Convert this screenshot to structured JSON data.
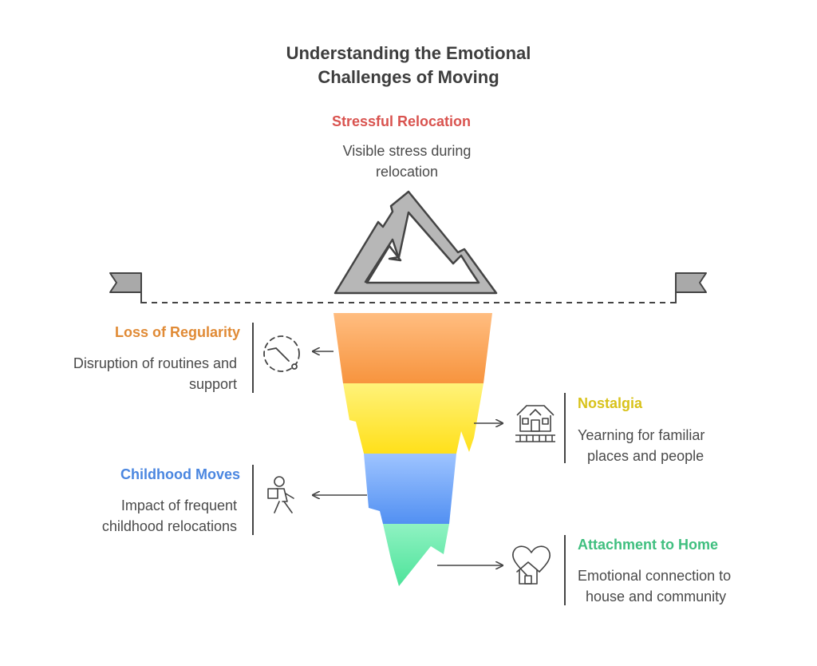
{
  "title": {
    "line1": "Understanding the Emotional",
    "line2": "Challenges of Moving"
  },
  "colors": {
    "stressful": "#d9534f",
    "regularity": "#e08a35",
    "nostalgia": "#d8c21a",
    "childhood": "#4a86e0",
    "attachment": "#3fbf7f"
  },
  "top": {
    "heading": "Stressful Relocation",
    "desc_line1": "Visible stress during",
    "desc_line2": "relocation",
    "icon": "mountain-icon"
  },
  "layers": [
    {
      "heading": "Loss of Regularity",
      "desc_line1": "Disruption of routines and",
      "desc_line2": "support",
      "icon": "clock-icon",
      "side": "left"
    },
    {
      "heading": "Nostalgia",
      "desc_line1": "Yearning for familiar",
      "desc_line2": "places and people",
      "icon": "house-icon",
      "side": "right"
    },
    {
      "heading": "Childhood Moves",
      "desc_line1": "Impact of frequent",
      "desc_line2": "childhood relocations",
      "icon": "person-carrying-box-icon",
      "side": "left"
    },
    {
      "heading": "Attachment to Home",
      "desc_line1": "Emotional connection to",
      "desc_line2": "house and community",
      "icon": "heart-home-icon",
      "side": "right"
    }
  ]
}
